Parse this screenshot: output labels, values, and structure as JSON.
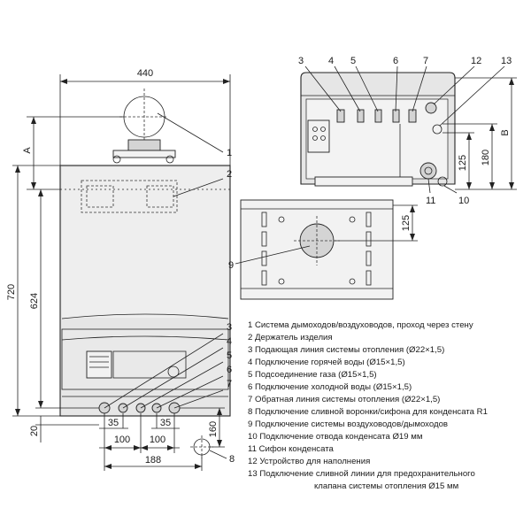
{
  "dimensions": {
    "width_440": "440",
    "height_720": "720",
    "height_624": "624",
    "label_A": "A",
    "label_B": "B",
    "offset_20": "20",
    "offset_35_left": "35",
    "offset_35_right": "35",
    "spacing_100_left": "100",
    "spacing_100_right": "100",
    "depth_160": "160",
    "offset_188": "188",
    "top_125": "125",
    "top_180": "180",
    "bracket_125": "125"
  },
  "callouts": {
    "front": [
      "1",
      "2",
      "3",
      "4",
      "5",
      "6",
      "7",
      "8"
    ],
    "top": [
      "3",
      "4",
      "5",
      "6",
      "7",
      "12",
      "13",
      "11",
      "10"
    ],
    "bracket": [
      "9"
    ]
  },
  "legend": [
    "1 Система дымоходов/воздуховодов, проход через стену",
    "2 Держатель изделия",
    "3 Подающая линия системы отопления (Ø22×1,5)",
    "4 Подключение горячей воды (Ø15×1,5)",
    "5 Подсоединение газа (Ø15×1,5)",
    "6 Подключение холодной воды (Ø15×1,5)",
    "7 Обратная линия системы отопления (Ø22×1,5)",
    "8 Подключение сливной воронки/сифона для конденсата R1",
    "9 Подключение системы воздуховодов/дымоходов",
    "10 Подключение отвода конденсата Ø19 мм",
    "11 Сифон конденсата",
    "12 Устройство для наполнения",
    "13 Подключение сливной линии для предохранительного",
    "клапана системы отопления Ø15 мм"
  ]
}
